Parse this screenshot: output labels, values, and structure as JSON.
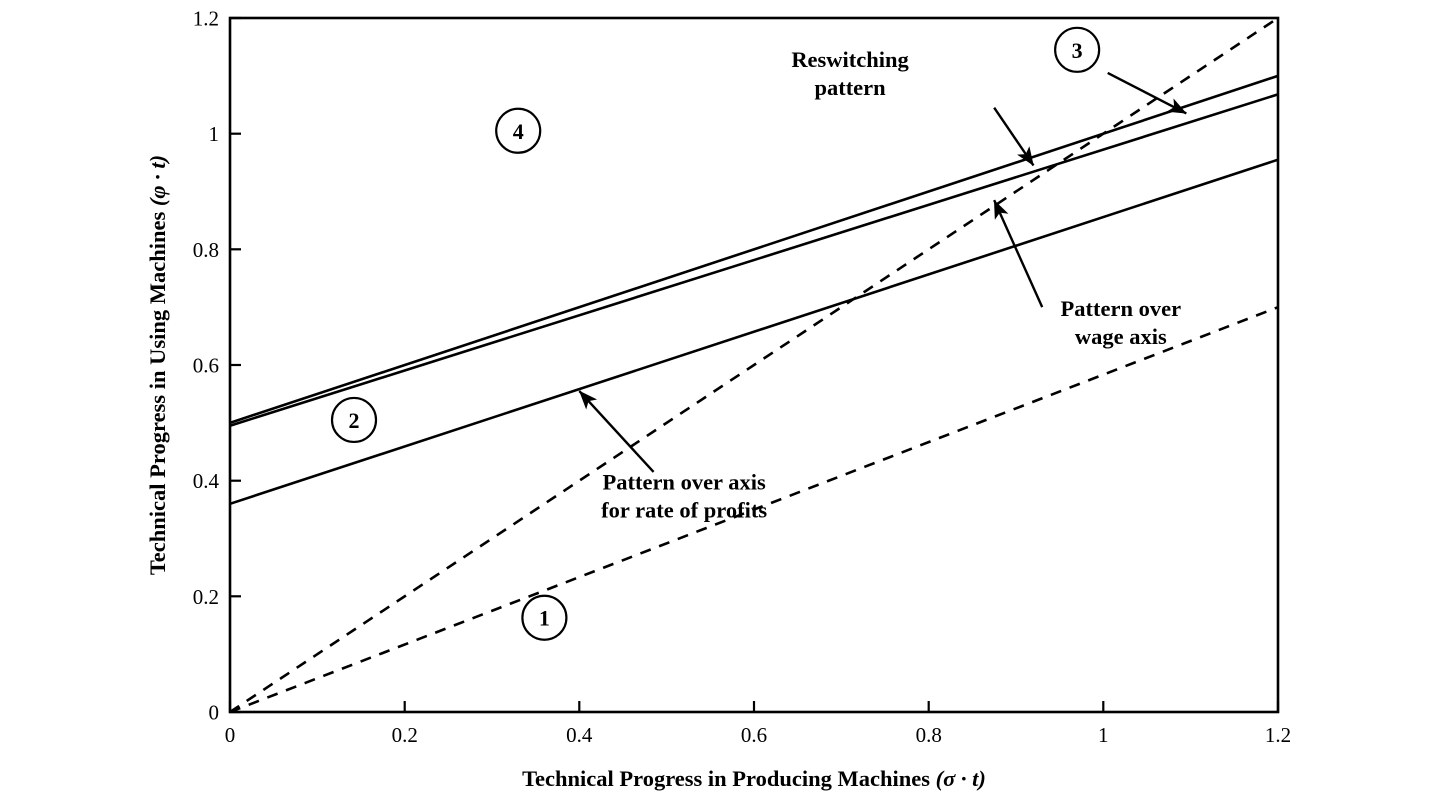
{
  "chart_data": {
    "type": "line",
    "title": "",
    "xlabel": "Technical Progress in Producing Machines (σ · t)",
    "ylabel": "Technical Progress in Using Machines (φ · t)",
    "xlabel_text": "Technical Progress in Producing Machines",
    "xlabel_symbol": "(σ · t)",
    "ylabel_text": "Technical Progress in Using Machines",
    "ylabel_symbol": "(φ · t)",
    "xlim": [
      0,
      1.2
    ],
    "ylim": [
      0,
      1.2
    ],
    "xticks": [
      0,
      0.2,
      0.4,
      0.6,
      0.8,
      1,
      1.2
    ],
    "xticklabels": [
      "0",
      "0.2",
      "0.4",
      "0.6",
      "0.8",
      "1",
      "1.2"
    ],
    "yticks": [
      0,
      0.2,
      0.4,
      0.6,
      0.8,
      1,
      1.2
    ],
    "yticklabels": [
      "0",
      "0.2",
      "0.4",
      "0.6",
      "0.8",
      "1",
      "1.2"
    ],
    "grid": false,
    "legend": "none",
    "series": [
      {
        "name": "Reswitching pattern",
        "style": "solid",
        "points": [
          [
            0,
            0.5
          ],
          [
            1.2,
            1.1
          ]
        ]
      },
      {
        "name": "Pattern over wage axis",
        "style": "solid",
        "points": [
          [
            0,
            0.495
          ],
          [
            1.2,
            1.068
          ]
        ]
      },
      {
        "name": "Pattern over axis for rate of profits",
        "style": "solid",
        "points": [
          [
            0,
            0.36
          ],
          [
            1.2,
            0.955
          ]
        ]
      },
      {
        "name": "Steep dashed ray",
        "style": "dashed",
        "points": [
          [
            0,
            0
          ],
          [
            1.2,
            1.2
          ]
        ]
      },
      {
        "name": "Shallow dashed ray",
        "style": "dashed",
        "points": [
          [
            0,
            0
          ],
          [
            1.2,
            0.7
          ]
        ]
      }
    ],
    "annotations": [
      {
        "id": "reswitching-pattern",
        "lines": [
          "Reswitching",
          "pattern"
        ],
        "text_x": 0.71,
        "text_y": 1.115,
        "arrow_from": [
          0.875,
          1.045
        ],
        "arrow_to": [
          0.92,
          0.945
        ]
      },
      {
        "id": "pattern-over-wage-axis",
        "lines": [
          "Pattern over",
          "wage axis"
        ],
        "text_x": 1.02,
        "text_y": 0.685,
        "arrow_from": [
          0.93,
          0.7
        ],
        "arrow_to": [
          0.875,
          0.885
        ]
      },
      {
        "id": "pattern-over-axis-for-rate-of-profits",
        "lines": [
          "Pattern over axis",
          "for rate of profits"
        ],
        "text_x": 0.52,
        "text_y": 0.385,
        "arrow_from": [
          0.485,
          0.415
        ],
        "arrow_to": [
          0.4,
          0.555
        ]
      }
    ],
    "region_badges": [
      {
        "label": "1",
        "x": 0.36,
        "y": 0.163
      },
      {
        "label": "2",
        "x": 0.142,
        "y": 0.505
      },
      {
        "label": "3",
        "x": 0.97,
        "y": 1.145
      },
      {
        "label": "4",
        "x": 0.33,
        "y": 1.005
      }
    ],
    "badge_leaders": [
      {
        "label": "3",
        "from": [
          1.005,
          1.105
        ],
        "to": [
          1.095,
          1.035
        ]
      }
    ]
  }
}
